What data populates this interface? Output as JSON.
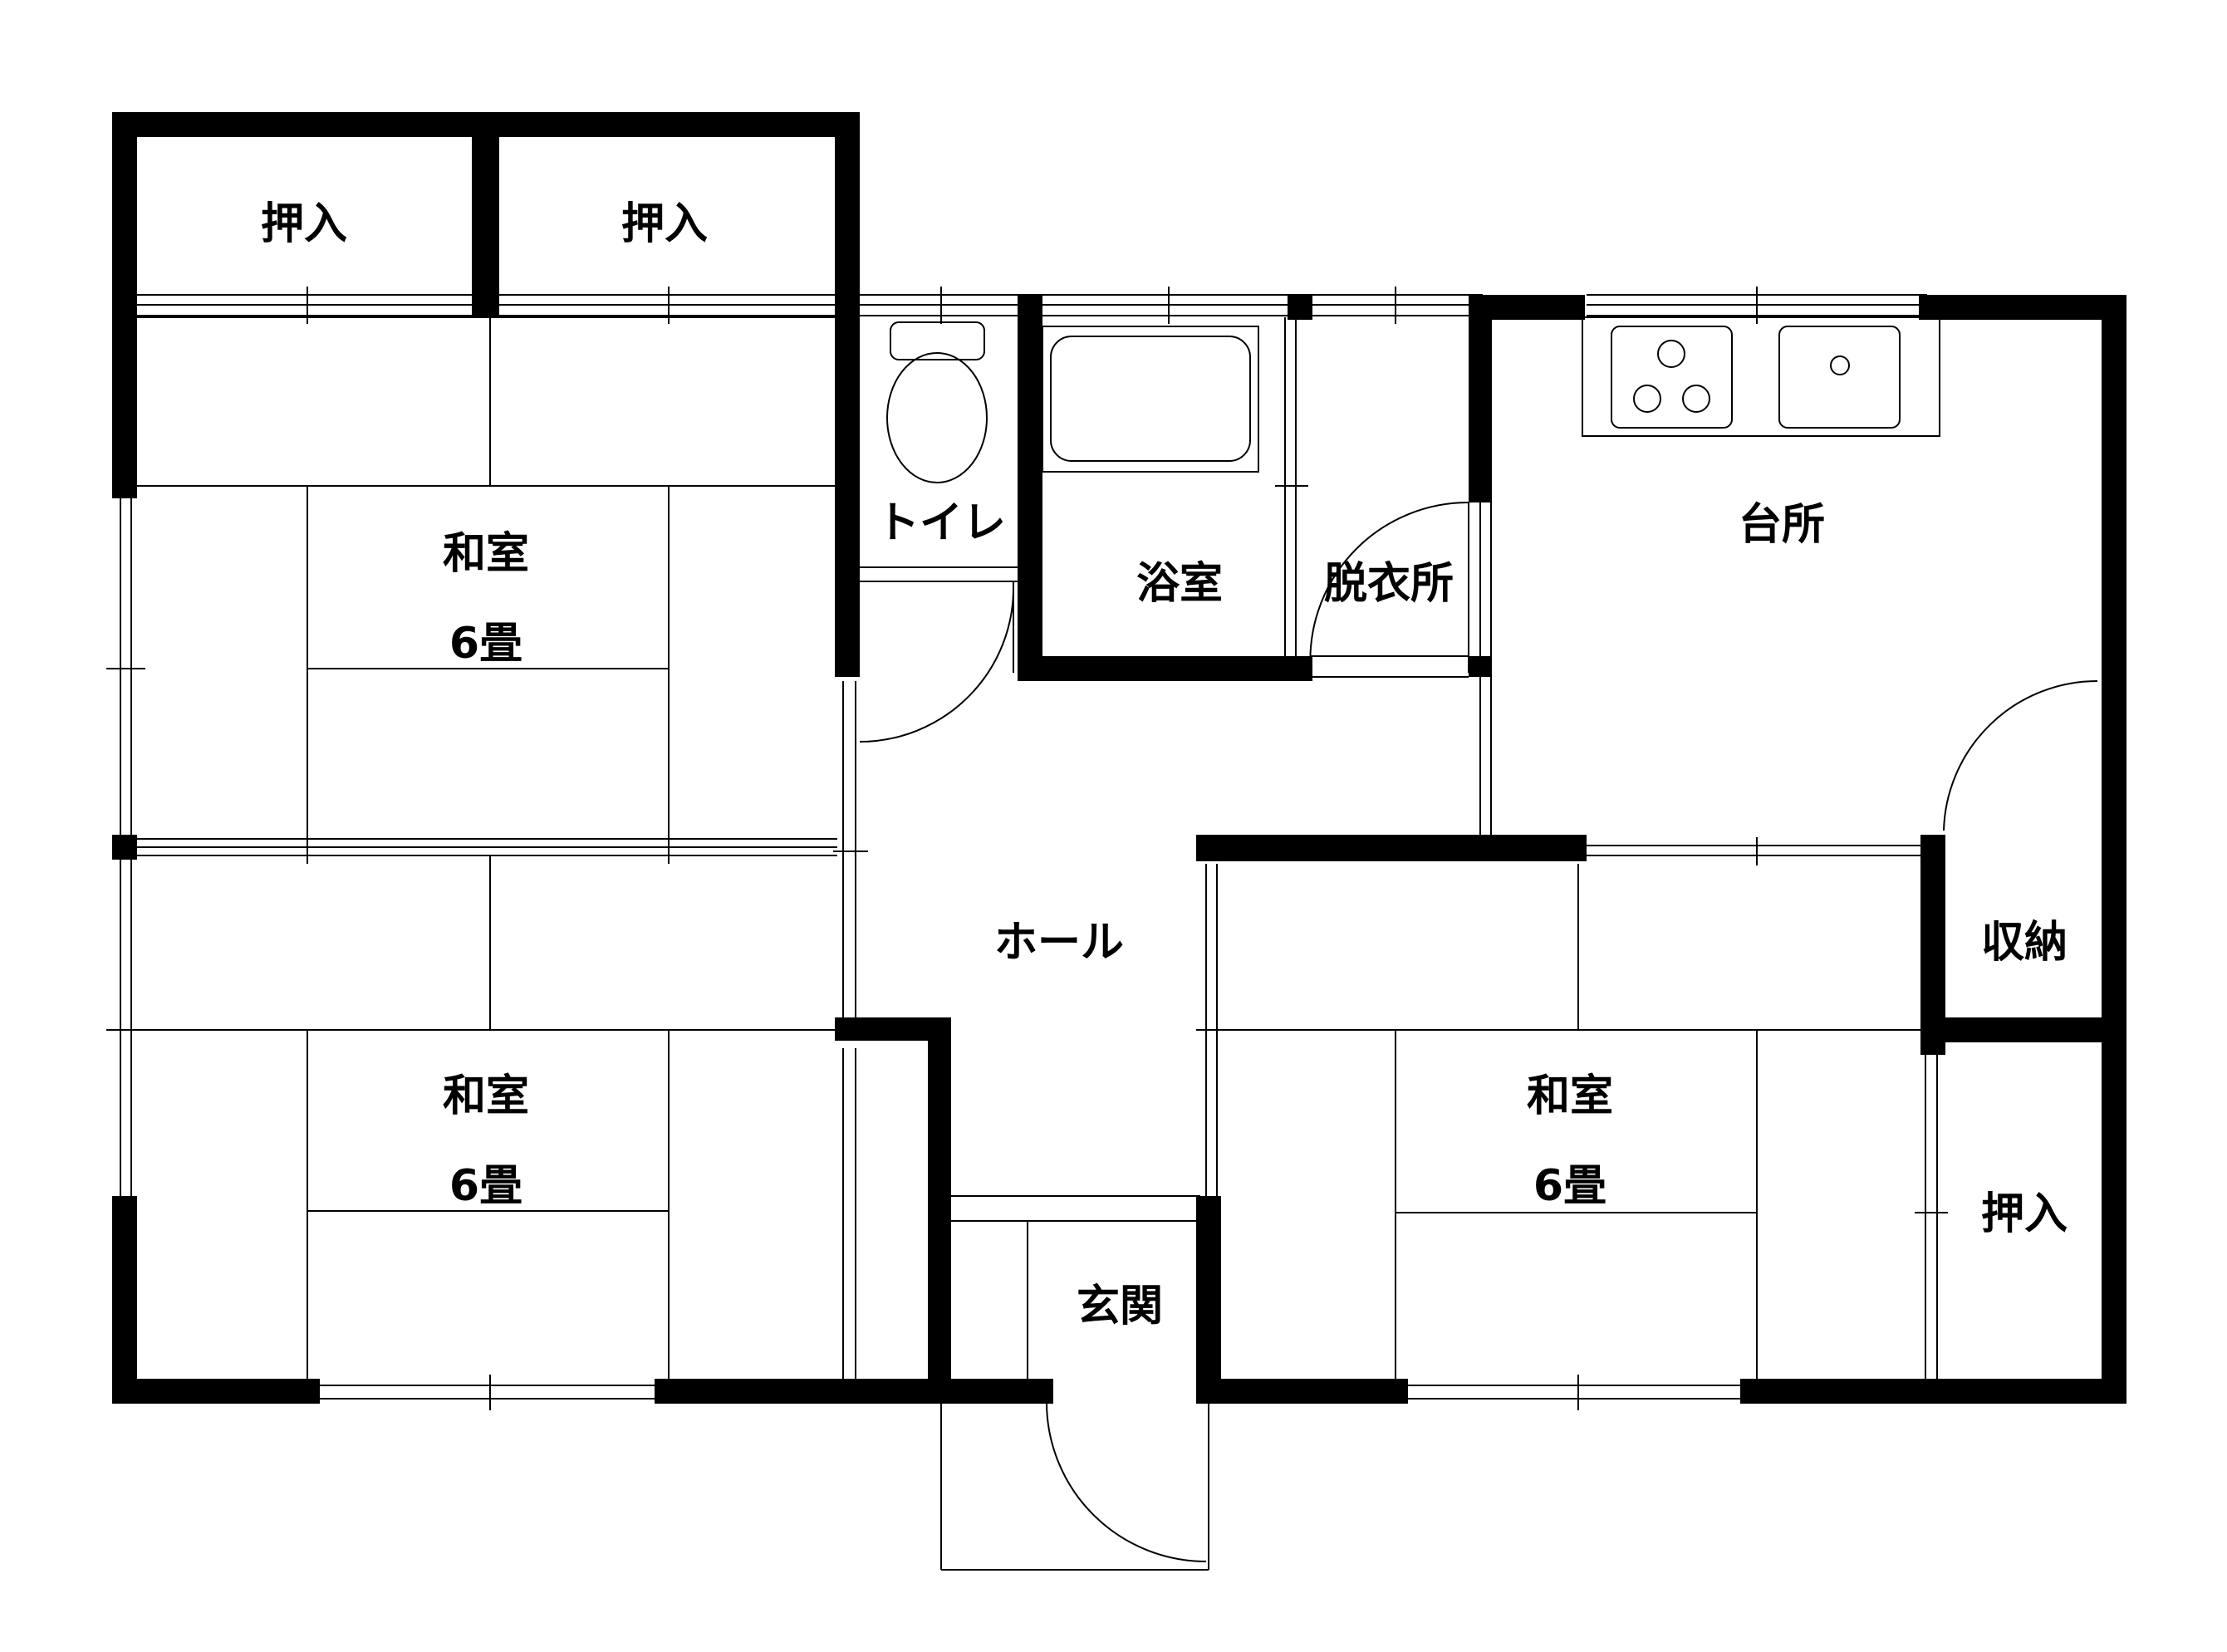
{
  "rooms": {
    "washitsu_top": {
      "name": "和室",
      "size": "6畳"
    },
    "washitsu_bottom_left": {
      "name": "和室",
      "size": "6畳"
    },
    "washitsu_bottom_right": {
      "name": "和室",
      "size": "6畳"
    },
    "oshiire_1": {
      "name": "押入"
    },
    "oshiire_2": {
      "name": "押入"
    },
    "oshiire_3": {
      "name": "押入"
    },
    "toilet": {
      "name": "トイレ"
    },
    "bath": {
      "name": "浴室"
    },
    "dressing": {
      "name": "脱衣所"
    },
    "kitchen": {
      "name": "台所"
    },
    "hall": {
      "name": "ホール"
    },
    "storage": {
      "name": "収納"
    },
    "entrance": {
      "name": "玄関"
    }
  },
  "colors": {
    "wall": "#000000",
    "background": "#ffffff"
  }
}
